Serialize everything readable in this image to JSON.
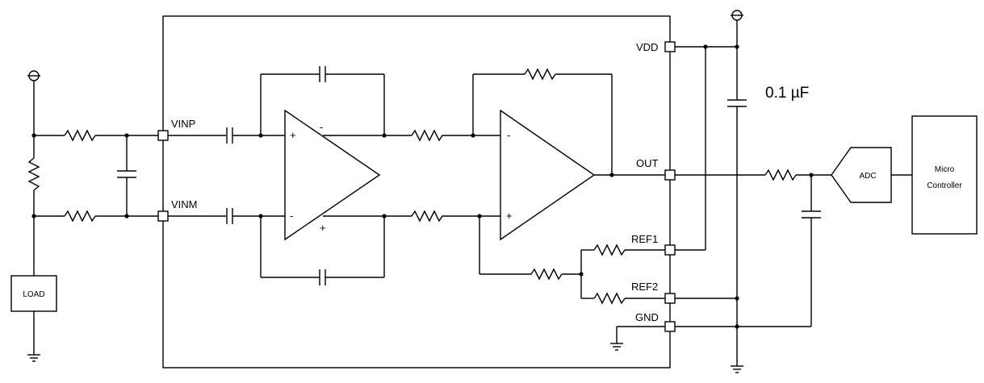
{
  "pins": {
    "vinp": "VINP",
    "vinm": "VINM",
    "vdd": "VDD",
    "out": "OUT",
    "ref1": "REF1",
    "ref2": "REF2",
    "gnd": "GND"
  },
  "bypass_cap": "0.1 µF",
  "blocks": {
    "load": "LOAD",
    "adc": "ADC",
    "mcu_line1": "Micro",
    "mcu_line2": "Controller"
  },
  "opamp1": {
    "plus_top": "+",
    "minus_top": "-",
    "minus_bottom": "-",
    "plus_bottom": "+"
  },
  "opamp2": {
    "minus": "-",
    "plus": "+"
  }
}
